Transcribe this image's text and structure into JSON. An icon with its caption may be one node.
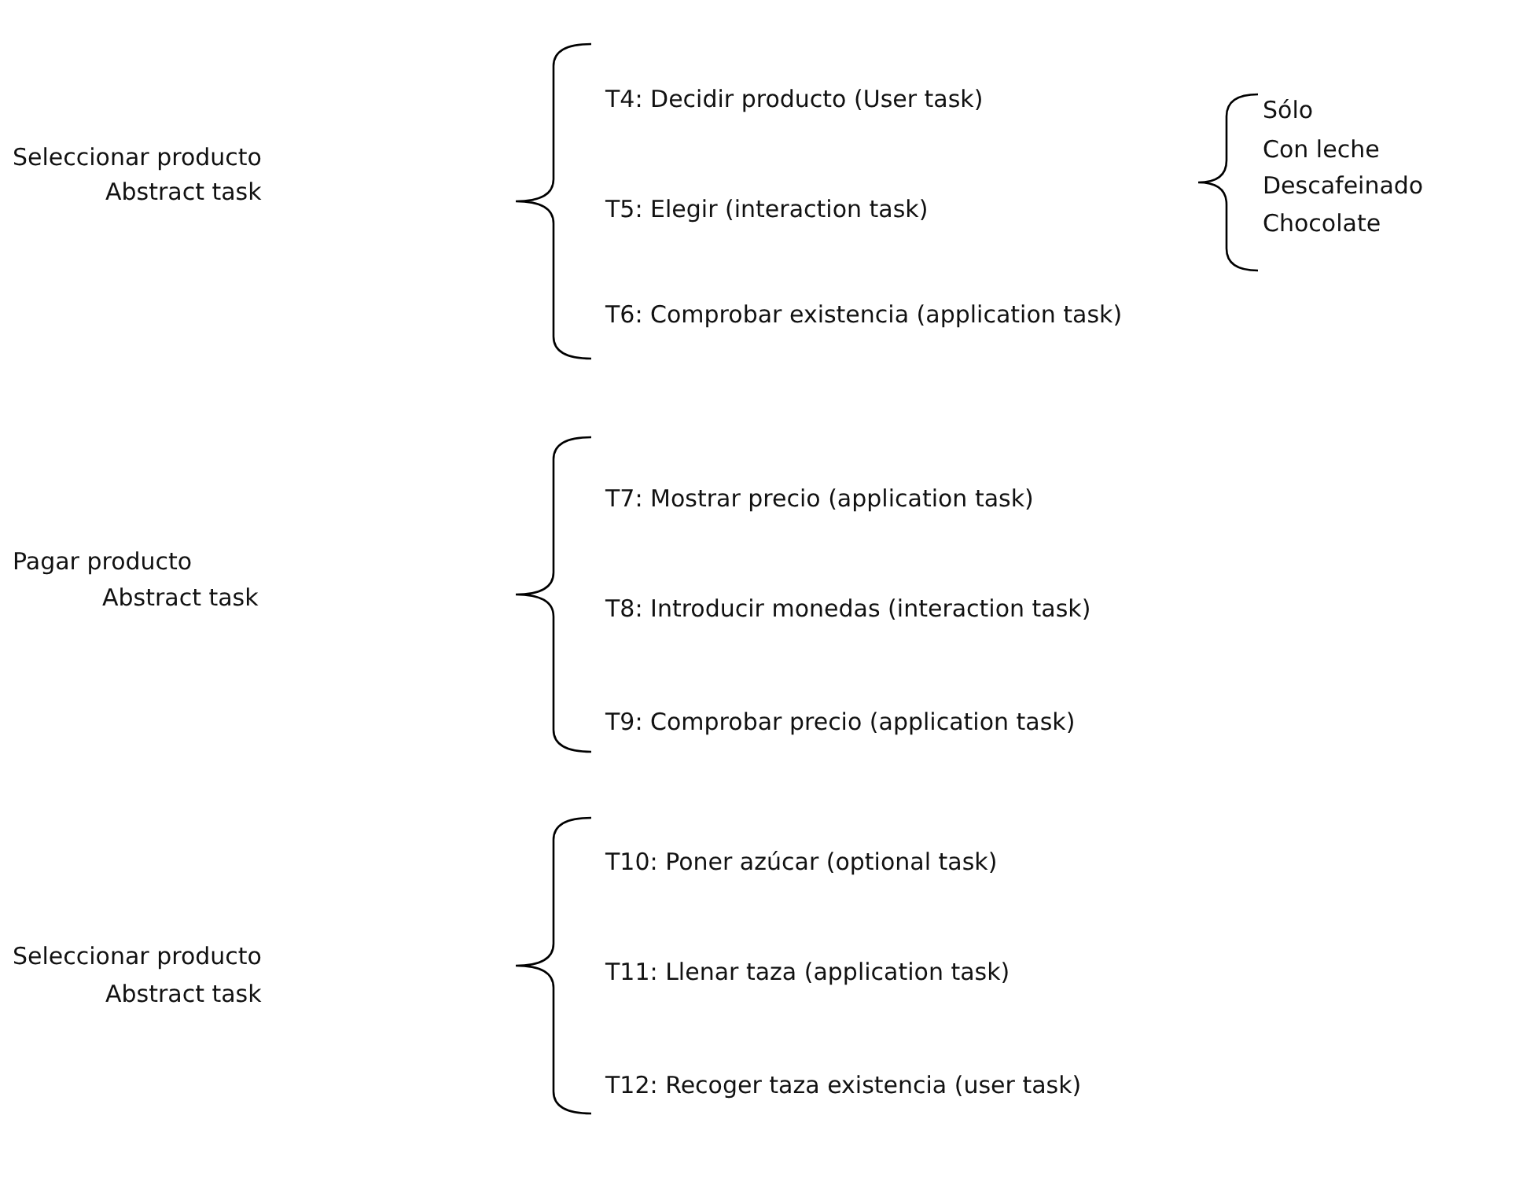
{
  "diagram": {
    "labels": [
      "Seleccionar producto",
      "Abstract task",
      "T4: Decidir producto (User task)",
      "T5: Elegir (interaction task)",
      "T6: Comprobar existencia (application task)",
      "Sólo",
      "Con leche",
      "Descafeinado",
      "Chocolate",
      "Pagar producto",
      "Abstract task",
      "T7: Mostrar precio (application task)",
      "T8: Introducir monedas (interaction task)",
      "T9: Comprobar precio (application task)",
      "Seleccionar producto",
      "Abstract task",
      "T10: Poner azúcar (optional task)",
      "T11: Llenar taza (application task)",
      "T12: Recoger taza existencia (user task)"
    ]
  }
}
